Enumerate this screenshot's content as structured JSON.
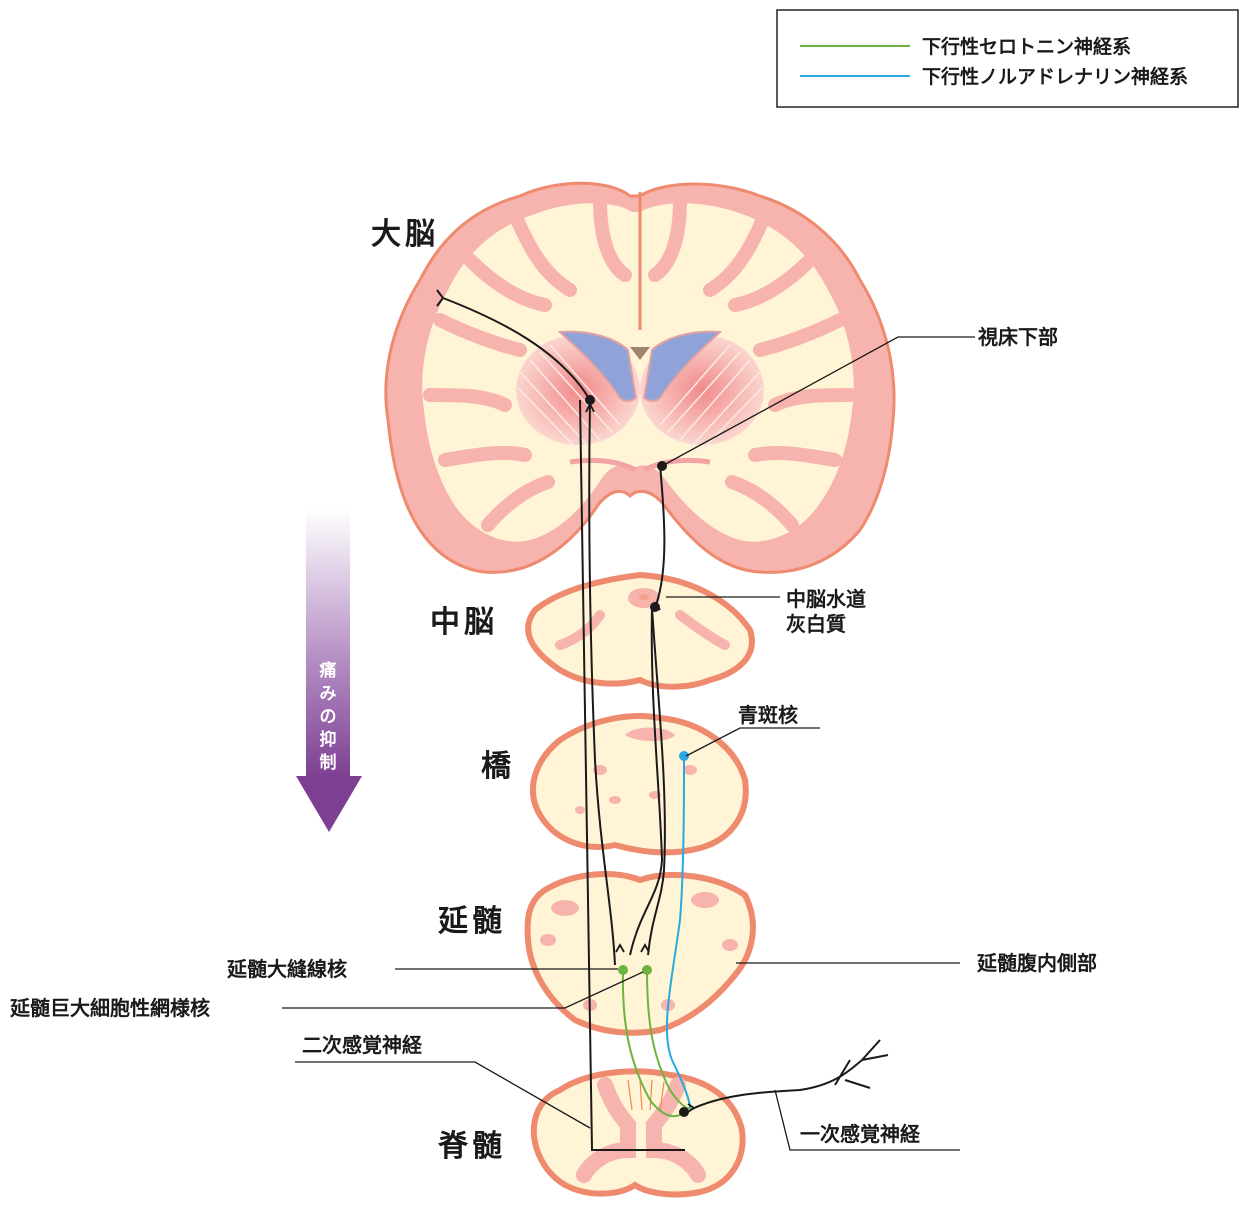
{
  "legend": {
    "serotonin": "下行性セロトニン神経系",
    "noradrenaline": "下行性ノルアドレナリン神経系"
  },
  "colors": {
    "serotonin": "#6cb33f",
    "noradrenaline": "#2aa8e0",
    "neuron": "#1a1a1a",
    "tissue_fill": "#fff5d6",
    "cortex": "#f5b1b1",
    "cortex_edge": "#ef8f72",
    "ventricle": "#8fa3d8",
    "arrow": "#8a4a9c"
  },
  "regions": {
    "cerebrum": "大脳",
    "midbrain": "中脳",
    "pons": "橋",
    "medulla": "延髄",
    "spinal": "脊髄"
  },
  "labels": {
    "hypothalamus": "視床下部",
    "pag_1": "中脳水道",
    "pag_2": "灰白質",
    "locus_coeruleus": "青斑核",
    "rvm": "延髄腹内側部",
    "raphe": "延髄大縫線核",
    "gigantocellular": "延髄巨大細胞性網様核",
    "secondary": "二次感覚神経",
    "primary": "一次感覚神経"
  },
  "arrow_chars": [
    "痛",
    "み",
    "の",
    "抑",
    "制"
  ]
}
